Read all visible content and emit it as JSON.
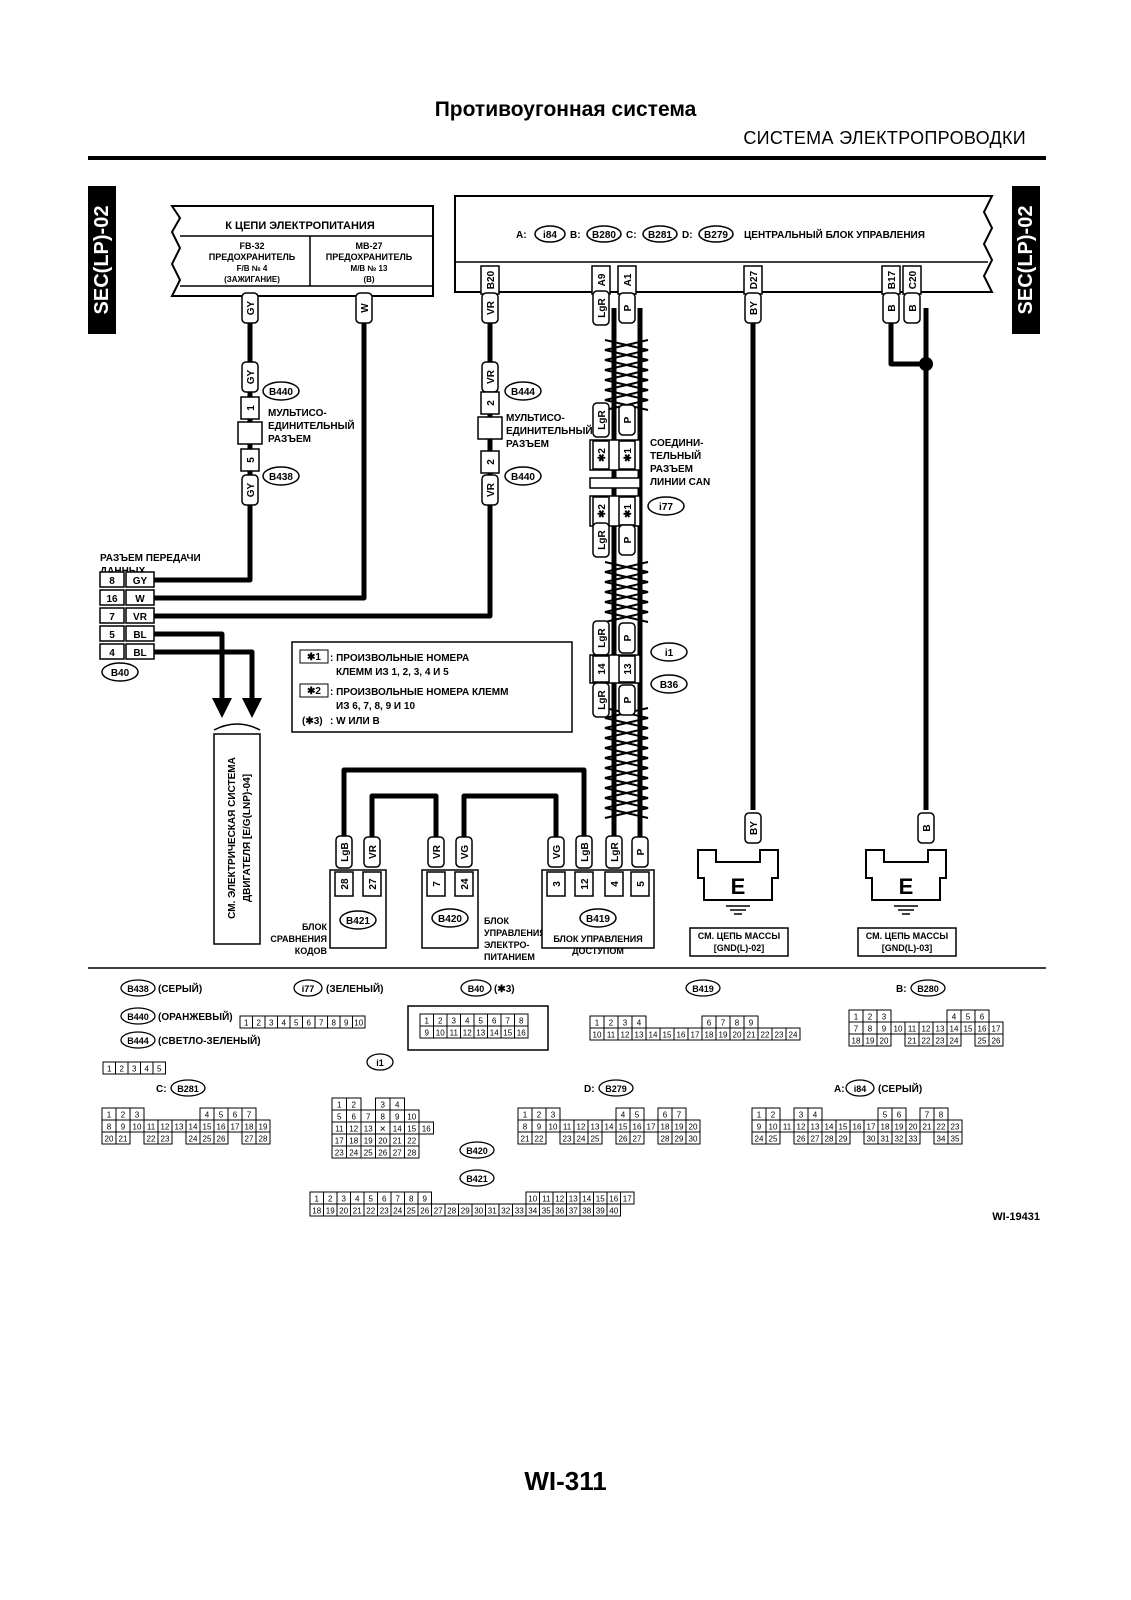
{
  "page": {
    "title": "Противоугонная система",
    "subtitle": "СИСТЕМА ЭЛЕКТРОПРОВОДКИ",
    "page_number": "WI-311",
    "figure_id": "WI-19431",
    "side_tab": "SEC(LP)-02"
  },
  "power": {
    "title": "К ЦЕПИ ЭЛЕКТРОПИТАНИЯ",
    "fuse_left": [
      "FB-32",
      "ПРЕДОХРАНИТЕЛЬ",
      "F/B № 4",
      "(ЗАЖИГАНИЕ)"
    ],
    "fuse_right": [
      "MB-27",
      "ПРЕДОХРАНИТЕЛЬ",
      "M/B № 13",
      "(B)"
    ]
  },
  "cbu": {
    "conn_a_label": "A:",
    "conn_a": "i84",
    "conn_b_label": "B:",
    "conn_b": "B280",
    "conn_c_label": "C:",
    "conn_c": "B281",
    "conn_d_label": "D:",
    "conn_d": "B279",
    "title": "ЦЕНТРАЛЬНЫЙ БЛОК УПРАВЛЕНИЯ",
    "pins": [
      "B20",
      "A9",
      "A1",
      "D27",
      "B17",
      "C20"
    ]
  },
  "wires": {
    "gy": "GY",
    "w": "W",
    "vr": "VR",
    "lgr": "LgR",
    "p": "P",
    "by": "BY",
    "b": "B",
    "bl": "BL",
    "lgb": "LgB",
    "vg": "VG"
  },
  "connectors": {
    "b440": "B440",
    "b438": "B438",
    "b444": "B444",
    "i77": "i77",
    "i1": "i1",
    "b36": "B36",
    "b40": "B40",
    "b421": "B421",
    "b420": "B420",
    "b419": "B419"
  },
  "pins_text": {
    "p1": "1",
    "p5": "5",
    "p2": "2",
    "s2": "✱2",
    "s1": "✱1",
    "p14": "14",
    "p13": "13",
    "p28": "28",
    "p27": "27",
    "p7": "7",
    "p24": "24",
    "p3": "3",
    "p12": "12",
    "p4": "4"
  },
  "labels": {
    "multi_conn": [
      "МУЛЬТИСО-",
      "ЕДИНИТЕЛЬНЫЙ",
      "РАЗЪЕМ"
    ],
    "can_conn": [
      "СОЕДИНИ-",
      "ТЕЛЬНЫЙ",
      "РАЗЪЕМ",
      "ЛИНИИ CAN"
    ],
    "data_link": [
      "РАЗЪЕМ ПЕРЕДАЧИ",
      "ДАННЫХ"
    ],
    "engine_ref": [
      "СМ. ЭЛЕКТРИЧЕСКАЯ СИСТЕМА",
      "ДВИГАТЕЛЯ  [E/G(LNP)-04]"
    ],
    "b421_name": [
      "БЛОК",
      "СРАВНЕНИЯ",
      "КОДОВ"
    ],
    "b420_name": [
      "БЛОК",
      "УПРАВЛЕНИЯ",
      "ЭЛЕКТРО-",
      "ПИТАНИЕМ"
    ],
    "b419_name": [
      "БЛОК УПРАВЛЕНИЯ",
      "ДОСТУПОМ"
    ],
    "ground_letter": "E",
    "gnd1": [
      "СМ. ЦЕПЬ МАССЫ",
      "[GND(L)-02]"
    ],
    "gnd2": [
      "СМ. ЦЕПЬ МАССЫ",
      "[GND(L)-03]"
    ]
  },
  "data_link_rows": [
    {
      "pin": "8",
      "wire": "GY"
    },
    {
      "pin": "16",
      "wire": "W"
    },
    {
      "pin": "7",
      "wire": "VR"
    },
    {
      "pin": "5",
      "wire": "BL"
    },
    {
      "pin": "4",
      "wire": "BL"
    }
  ],
  "notes": [
    {
      "key": "✱1",
      "text": [
        ": ПРОИЗВОЛЬНЫЕ НОМЕРА",
        "КЛЕММ ИЗ 1, 2, 3, 4 И 5"
      ]
    },
    {
      "key": "✱2",
      "text": [
        ": ПРОИЗВОЛЬНЫЕ НОМЕРА КЛЕММ",
        "ИЗ 6, 7, 8, 9 И 10"
      ]
    },
    {
      "key": "(✱3)",
      "text": [
        ": W ИЛИ B"
      ]
    }
  ],
  "legend": {
    "b438": "B438",
    "b438_desc": "(СЕРЫЙ)",
    "b440": "B440",
    "b440_desc": "(ОРАНЖЕВЫЙ)",
    "b444": "B444",
    "b444_desc": "(СВЕТЛО-ЗЕЛЕНЫЙ)",
    "i77": "i77",
    "i77_desc": "(ЗЕЛЕНЫЙ)",
    "b40": "B40",
    "b40_desc": "(✱3)",
    "b419": "B419",
    "b280_prefix": "B:",
    "b280": "B280",
    "c_prefix": "C:",
    "b281": "B281",
    "i1": "i1",
    "d_prefix": "D:",
    "b279": "B279",
    "a_prefix": "A:",
    "i84": "i84",
    "i84_desc": "(СЕРЫЙ)",
    "b420": "B420",
    "b421": "B421"
  },
  "pinout_grids": {
    "i77": [
      [
        "1",
        "2",
        "3",
        "4",
        "5",
        "6",
        "7",
        "8",
        "9",
        "10"
      ]
    ],
    "b438_5": [
      [
        "1",
        "2",
        "3",
        "4",
        "5"
      ]
    ],
    "b40": [
      [
        "1",
        "2",
        "3",
        "4",
        "5",
        "6",
        "7",
        "8"
      ],
      [
        "9",
        "10",
        "11",
        "12",
        "13",
        "14",
        "15",
        "16"
      ]
    ],
    "b419": [
      [
        "1",
        "2",
        "3",
        "4",
        "",
        "",
        "",
        "",
        "6",
        "7",
        "8",
        "9"
      ],
      [
        "10",
        "11",
        "12",
        "13",
        "14",
        "15",
        "16",
        "17",
        "18",
        "19",
        "20",
        "21",
        "22",
        "23",
        "24"
      ]
    ],
    "b280": [
      [
        "1",
        "2",
        "3",
        "",
        "",
        "",
        "",
        "4",
        "5",
        "6"
      ],
      [
        "7",
        "8",
        "9",
        "10",
        "11",
        "12",
        "13",
        "14",
        "15",
        "16",
        "17"
      ],
      [
        "18",
        "19",
        "20",
        "",
        "21",
        "22",
        "23",
        "24",
        "",
        "25",
        "26"
      ]
    ],
    "b281": [
      [
        "1",
        "2",
        "3",
        "",
        "",
        "",
        "",
        "4",
        "5",
        "6",
        "7"
      ],
      [
        "8",
        "9",
        "10",
        "11",
        "12",
        "13",
        "14",
        "15",
        "16",
        "17",
        "18",
        "19"
      ],
      [
        "20",
        "21",
        "",
        "22",
        "23",
        "",
        "24",
        "25",
        "26",
        "",
        "27",
        "28"
      ]
    ],
    "i1": [
      [
        "1",
        "2",
        "",
        "3",
        "4"
      ],
      [
        "5",
        "6",
        "7",
        "8",
        "9",
        "10"
      ],
      [
        "11",
        "12",
        "13",
        "✕",
        "14",
        "15",
        "16"
      ],
      [
        "17",
        "18",
        "19",
        "20",
        "21",
        "22"
      ],
      [
        "23",
        "24",
        "25",
        "26",
        "27",
        "28"
      ]
    ],
    "b279": [
      [
        "1",
        "2",
        "3",
        "",
        "",
        "",
        "",
        "4",
        "5",
        "",
        "6",
        "7"
      ],
      [
        "8",
        "9",
        "10",
        "11",
        "12",
        "13",
        "14",
        "15",
        "16",
        "17",
        "18",
        "19",
        "20"
      ],
      [
        "21",
        "22",
        "",
        "23",
        "24",
        "25",
        "",
        "26",
        "27",
        "",
        "28",
        "29",
        "30"
      ]
    ],
    "i84": [
      [
        "1",
        "2",
        "",
        "3",
        "4",
        "",
        "",
        "",
        "",
        "5",
        "6",
        "",
        "7",
        "8"
      ],
      [
        "9",
        "10",
        "11",
        "12",
        "13",
        "14",
        "15",
        "16",
        "17",
        "18",
        "19",
        "20",
        "21",
        "22",
        "23"
      ],
      [
        "24",
        "25",
        "",
        "26",
        "27",
        "28",
        "29",
        "",
        "30",
        "31",
        "32",
        "33",
        "",
        "34",
        "35"
      ]
    ],
    "b420": [
      [
        "1",
        "2",
        "3",
        "4",
        "5",
        "6",
        "7",
        "8",
        "9",
        "",
        "",
        "",
        "",
        "",
        "",
        "",
        "10",
        "11",
        "12",
        "13",
        "14",
        "15",
        "16",
        "17"
      ],
      [
        "18",
        "19",
        "20",
        "21",
        "22",
        "23",
        "24",
        "25",
        "26",
        "27",
        "28",
        "29",
        "30",
        "31",
        "32",
        "33",
        "34",
        "35",
        "36",
        "37",
        "38",
        "39",
        "40"
      ]
    ]
  }
}
